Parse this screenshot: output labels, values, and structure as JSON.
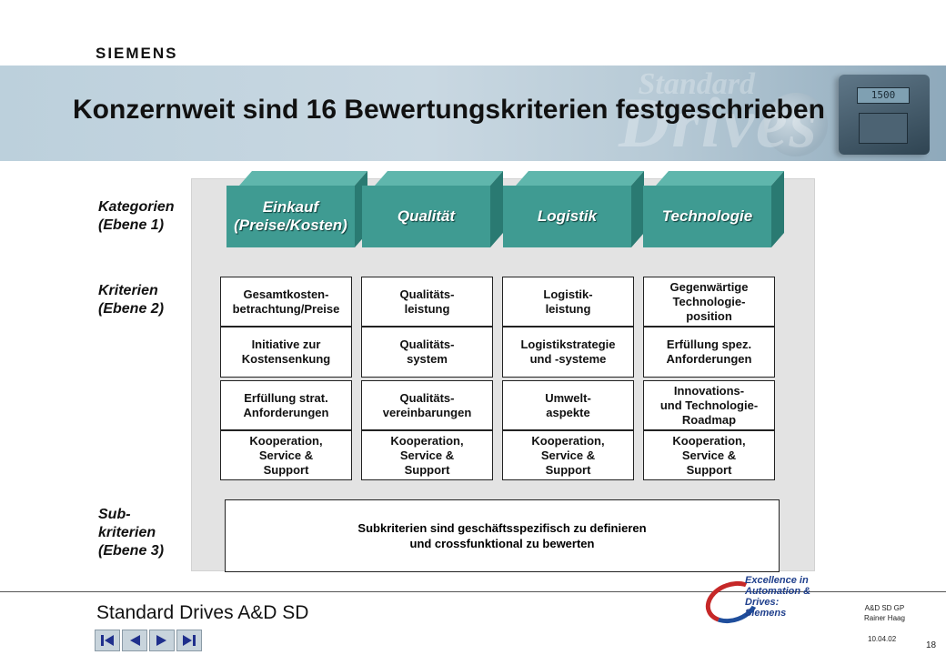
{
  "brand": "SIEMENS",
  "title": "Konzernweit sind 16 Bewertungskriterien festgeschrieben",
  "banner": {
    "watermark": "Drives",
    "watermark_small": "Standard",
    "display_value": "1500"
  },
  "levels": {
    "level1": "Kategorien\n(Ebene 1)",
    "level2": "Kriterien\n(Ebene 2)",
    "level3": "Sub-\nkriterien\n(Ebene 3)"
  },
  "categories": [
    {
      "label": "Einkauf\n(Preise/Kosten)",
      "criteria": [
        "Gesamtkosten-\nbetrachtung/Preise",
        "Initiative zur\nKostensenkung",
        "Erfüllung strat.\nAnforderungen",
        "Kooperation,\nService &\nSupport"
      ]
    },
    {
      "label": "Qualität",
      "criteria": [
        "Qualitäts-\nleistung",
        "Qualitäts-\nsystem",
        "Qualitäts-\nvereinbarungen",
        "Kooperation,\nService &\nSupport"
      ]
    },
    {
      "label": "Logistik",
      "criteria": [
        "Logistik-\nleistung",
        "Logistikstrategie\nund -systeme",
        "Umwelt-\naspekte",
        "Kooperation,\nService &\nSupport"
      ]
    },
    {
      "label": "Technologie",
      "criteria": [
        "Gegenwärtige\nTechnologie-\nposition",
        "Erfüllung spez.\nAnforderungen",
        "Innovations-\nund Technologie-\nRoadmap",
        "Kooperation,\nService &\nSupport"
      ]
    }
  ],
  "subcriteria": "Subkriterien sind geschäftsspezifisch zu definieren\nund crossfunktional zu bewerten",
  "footer": {
    "brand": "Standard Drives A&D SD",
    "excellence": "Excellence in\nAutomation & Drives:\nSiemens",
    "info": "A&D SD GP\nRainer Haag",
    "date": "10.04.02",
    "page": "18"
  },
  "colors": {
    "category_front": "#3f9b92",
    "category_side": "#2a7a72",
    "category_top": "#5fb6ac",
    "panel": "#e3e3e3"
  },
  "nav_icons": [
    "first-page-icon",
    "previous-page-icon",
    "next-page-icon",
    "last-page-icon"
  ]
}
